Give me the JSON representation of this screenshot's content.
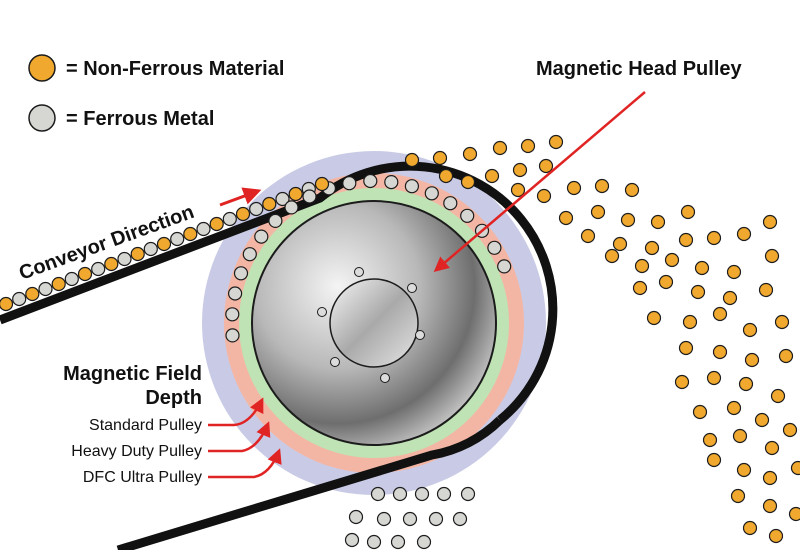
{
  "legend": {
    "items": [
      {
        "label": "= Non-Ferrous Material",
        "color": "#f0a92e"
      },
      {
        "label": "= Ferrous Metal",
        "color": "#d6d6d3"
      }
    ]
  },
  "labels": {
    "head_pulley": "Magnetic Head Pulley",
    "conveyor_direction": "Conveyor Direction",
    "field_depth_line1": "Magnetic Field",
    "field_depth_line2": "Depth",
    "standard": "Standard Pulley",
    "heavy_duty": "Heavy Duty Pulley",
    "dfc_ultra": "DFC Ultra Pulley"
  },
  "colors": {
    "non_ferrous": "#f0a92e",
    "ferrous": "#d6d6d3",
    "outline": "#1c1c1c",
    "belt": "#111111",
    "arrow": "#e02424",
    "zone_dfc": "#c9cbe6",
    "zone_heavy": "#f4b6a4",
    "zone_standard": "#bfe3b4"
  }
}
